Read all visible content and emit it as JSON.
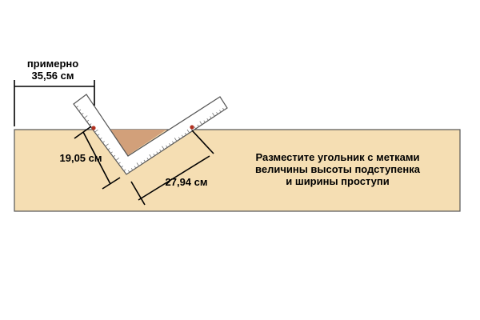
{
  "approx_label": {
    "line1": "примерно",
    "line2": "35,56 см"
  },
  "rise_label": "19,05 см",
  "run_label": "27,94 см",
  "instruction": {
    "line1": "Разместите угольник с метками",
    "line2": "величины высоты подступенка",
    "line3": "и ширины проступи"
  },
  "colors": {
    "board": "#f5deb3",
    "board_outline": "#555555",
    "cut_triangle": "#d2a07a",
    "square_fill": "#ffffff",
    "square_outline": "#555555",
    "tick": "#777777",
    "dimension_line": "#000000",
    "mark_dot": "#b03020"
  }
}
